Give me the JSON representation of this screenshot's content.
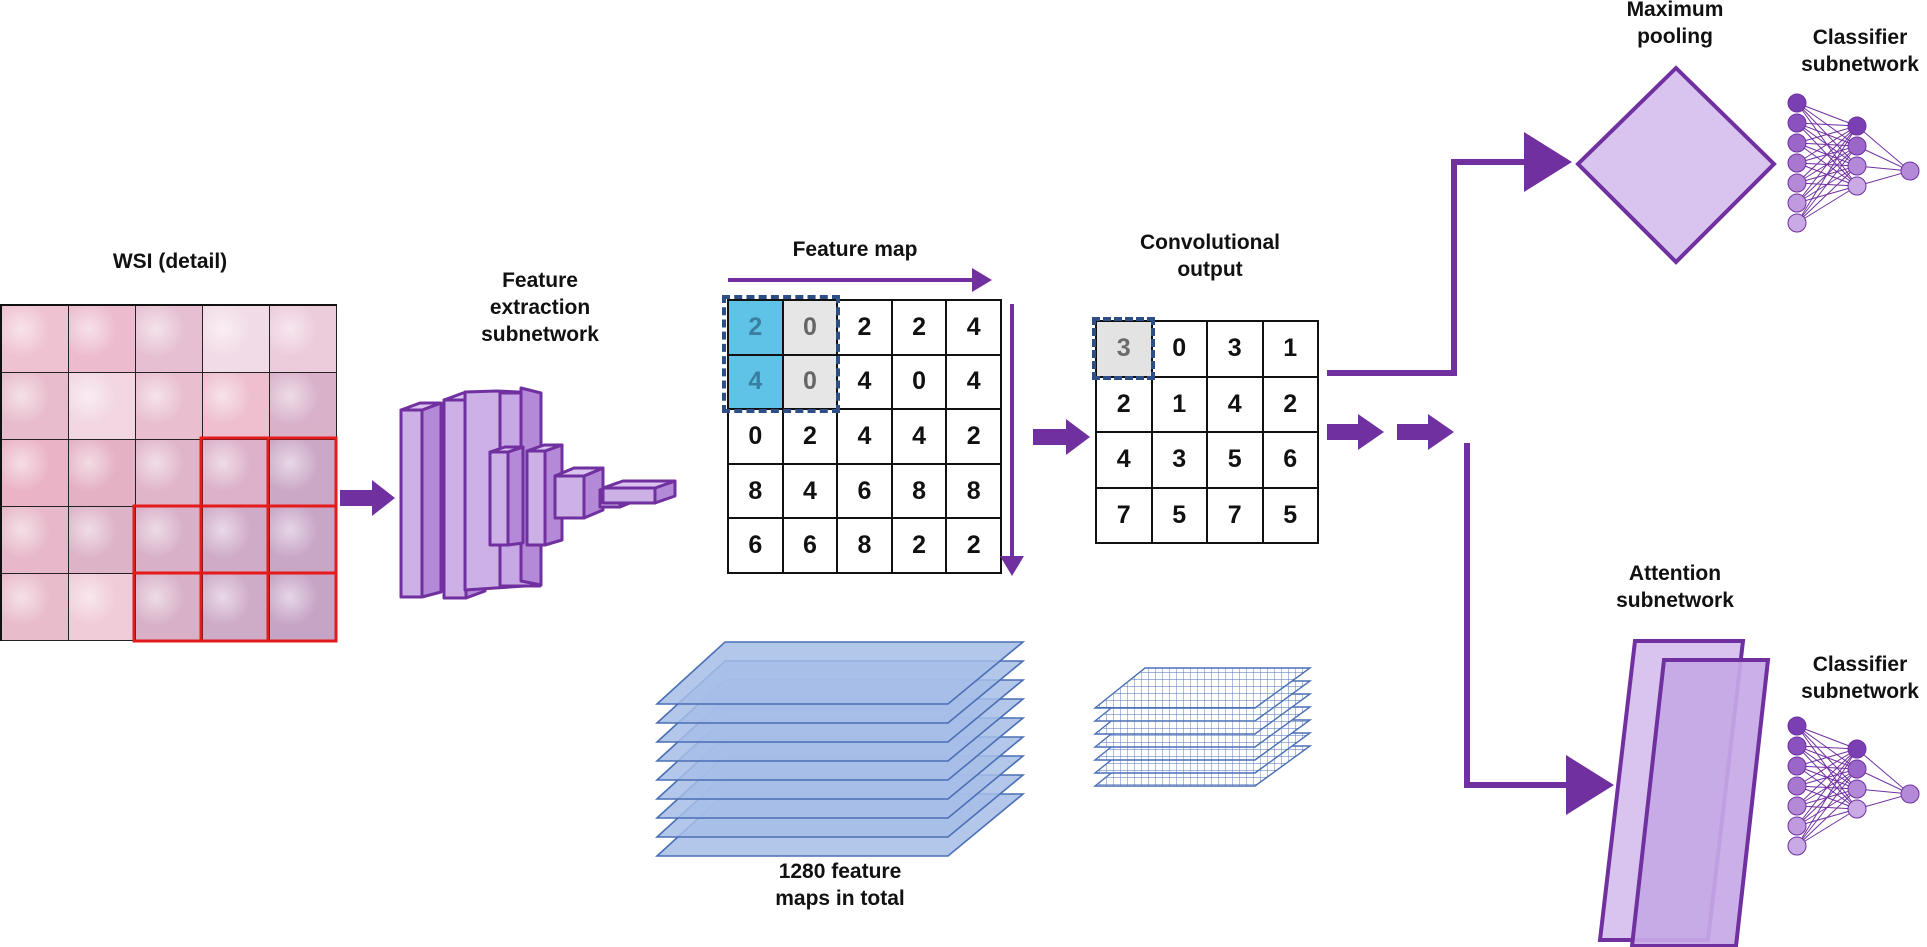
{
  "labels": {
    "wsi": "WSI (detail)",
    "feature_extraction": "Feature\nextraction\nsubnetwork",
    "feature_map": "Feature map",
    "convolutional_output": "Convolutional\noutput",
    "feature_maps_total": "1280 feature\nmaps in total",
    "maximum_pooling": "Maximum\npooling",
    "classifier_top": "Classifier\nsubnetwork",
    "attention": "Attention\nsubnetwork",
    "classifier_bottom": "Classifier\nsubnetwork"
  },
  "feature_map": {
    "rows": [
      [
        "2",
        "0",
        "2",
        "2",
        "4"
      ],
      [
        "4",
        "0",
        "4",
        "0",
        "4"
      ],
      [
        "0",
        "2",
        "4",
        "4",
        "2"
      ],
      [
        "8",
        "4",
        "6",
        "8",
        "8"
      ],
      [
        "6",
        "6",
        "8",
        "2",
        "2"
      ]
    ],
    "highlight_blue": [
      [
        0,
        0
      ],
      [
        1,
        0
      ]
    ],
    "highlight_gray": [
      [
        0,
        1
      ],
      [
        1,
        1
      ]
    ]
  },
  "conv_output": {
    "rows": [
      [
        "3",
        "0",
        "3",
        "1"
      ],
      [
        "2",
        "1",
        "4",
        "2"
      ],
      [
        "4",
        "3",
        "5",
        "6"
      ],
      [
        "7",
        "5",
        "7",
        "5"
      ]
    ],
    "highlight_gray": [
      [
        0,
        0
      ]
    ]
  },
  "wsi": {
    "tile_colors": [
      [
        "#efc2d2",
        "#ecbcce",
        "#e6c0d2",
        "#f1dbe6",
        "#eccbdb"
      ],
      [
        "#e8bccc",
        "#f2d6e2",
        "#e9bfd0",
        "#eebfcf",
        "#d9b2ca"
      ],
      [
        "#eab4c6",
        "#e4b1c4",
        "#e0b5ca",
        "#dcb1c9",
        "#cba9c6"
      ],
      [
        "#e7b8c9",
        "#ddb3c8",
        "#d8b0c8",
        "#cfabc7",
        "#c8a6c6"
      ],
      [
        "#e9bccc",
        "#f0cbd8",
        "#d8b1c8",
        "#ceabc7",
        "#c6a4c5"
      ]
    ],
    "selected_tiles": [
      [
        2,
        3
      ],
      [
        2,
        4
      ],
      [
        3,
        2
      ],
      [
        3,
        3
      ],
      [
        3,
        4
      ],
      [
        4,
        2
      ],
      [
        4,
        3
      ],
      [
        4,
        4
      ]
    ]
  },
  "colors": {
    "purple": "#7030a0",
    "light_purple": "#cdb0e6",
    "mid_purple": "#b890dc",
    "blue_layer": "#a6bde8",
    "blue_edge": "#4a6fb5",
    "dashed_box": "#2e4f86",
    "selection_red": "#e51a1a"
  },
  "icons": [
    "arrow-right-icon",
    "neural-network-icon",
    "diamond-icon",
    "layer-stack-icon"
  ]
}
